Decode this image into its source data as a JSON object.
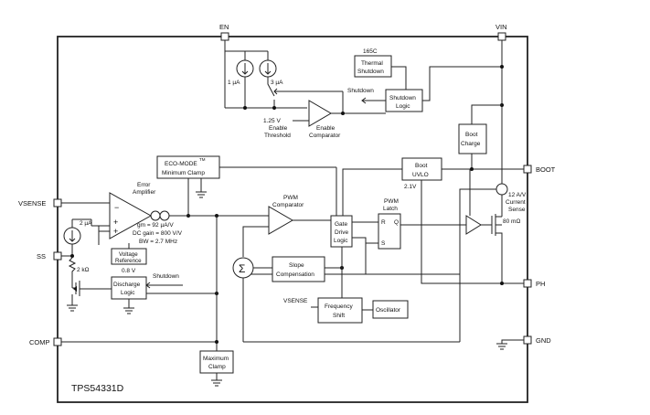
{
  "chip": {
    "part_number": "TPS54331D"
  },
  "pins": {
    "en": "EN",
    "vin": "VIN",
    "boot": "BOOT",
    "vsense": "VSENSE",
    "ss": "SS",
    "ph": "PH",
    "comp": "COMP",
    "gnd": "GND"
  },
  "blocks": {
    "thermal_temp": "165C",
    "thermal_l1": "Thermal",
    "thermal_l2": "Shutdown",
    "shutdown_logic_l1": "Shutdown",
    "shutdown_logic_l2": "Logic",
    "shutdown_label": "Shutdown",
    "source_1ua": "1 µA",
    "source_3ua": "3 µA",
    "enable_threshold_l1": "1.25 V",
    "enable_threshold_l2": "Enable",
    "enable_threshold_l3": "Threshold",
    "enable_comparator_l1": "Enable",
    "enable_comparator_l2": "Comparator",
    "boot_charge_l1": "Boot",
    "boot_charge_l2": "Charge",
    "boot_uvlo_l1": "Boot",
    "boot_uvlo_l2": "UVLO",
    "uvlo_voltage": "2.1V",
    "eco_l1": "ECO-MODE",
    "eco_tm": "TM",
    "eco_l2": "Minimum Clamp",
    "error_amp_l1": "Error",
    "error_amp_l2": "Amplifier",
    "gm": "gm = 92 µA/V",
    "dc_gain": "DC gain = 800 V/V",
    "bw": "BW = 2.7 MHz",
    "pwm_comp_l1": "PWM",
    "pwm_comp_l2": "Comparator",
    "gate_drive_l1": "Gate",
    "gate_drive_l2": "Drive",
    "gate_drive_l3": "Logic",
    "pwm_latch_l1": "PWM",
    "pwm_latch_l2": "Latch",
    "latch_r": "R",
    "latch_q": "Q",
    "latch_s": "S",
    "current_sense_l1": "12 A/V",
    "current_sense_l2": "Current",
    "current_sense_l3": "Sense",
    "rdson": "80 mΩ",
    "ss_source": "2 µA",
    "vref_l1": "Voltage",
    "vref_l2": "Reference",
    "vref_value": "0.8 V",
    "resistor": "2 kΩ",
    "discharge_l1": "Discharge",
    "discharge_l2": "Logic",
    "shutdown_label2": "Shutdown",
    "sigma": "Σ",
    "slope_l1": "Slope",
    "slope_l2": "Compensation",
    "vsense_internal": "VSENSE",
    "freq_l1": "Frequency",
    "freq_l2": "Shift",
    "oscillator": "Oscillator",
    "max_clamp_l1": "Maximum",
    "max_clamp_l2": "Clamp"
  }
}
